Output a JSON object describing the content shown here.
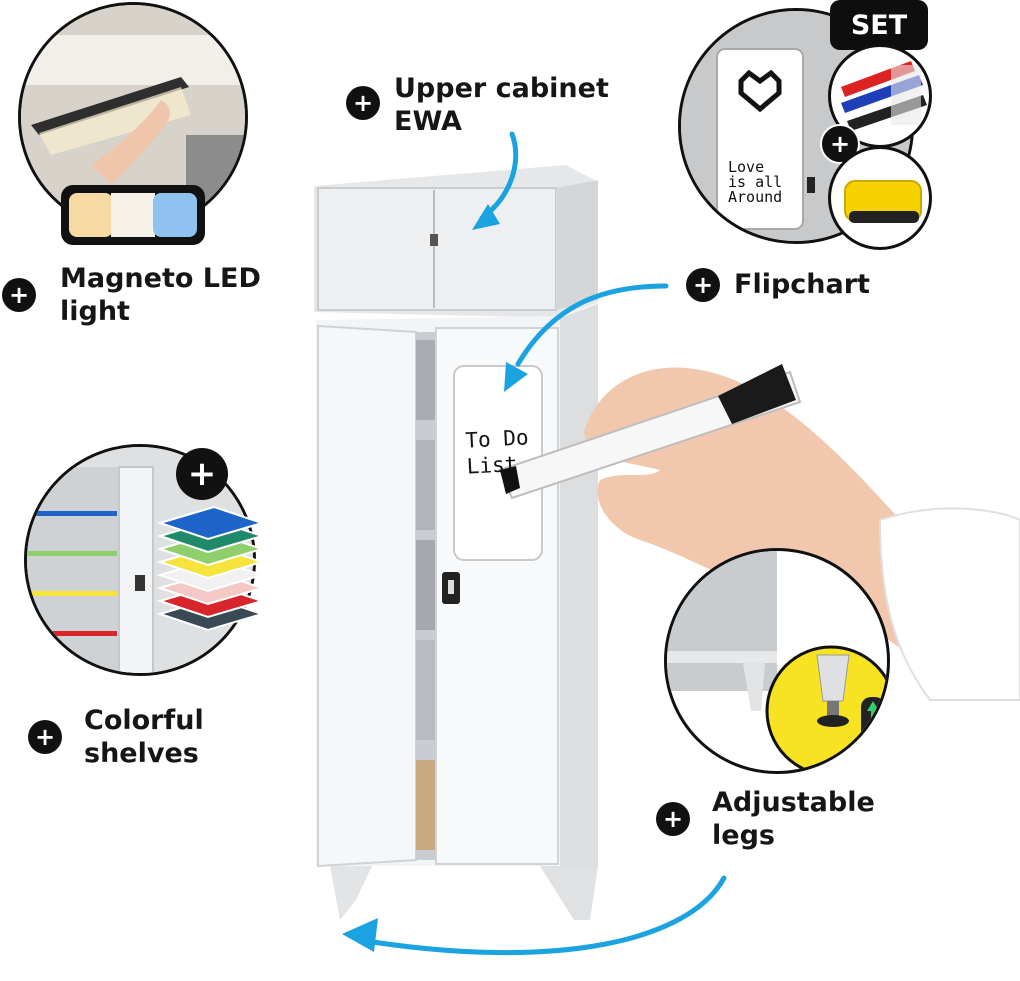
{
  "labels": {
    "upper_cabinet": {
      "line1": "Upper cabinet",
      "line2": "EWA"
    },
    "led_light": {
      "line1": "Magneto LED",
      "line2": "light"
    },
    "flipchart": {
      "line1": "Flipchart"
    },
    "shelves": {
      "line1": "Colorful",
      "line2": "shelves"
    },
    "legs": {
      "line1": "Adjustable",
      "line2": "legs"
    }
  },
  "plus_symbol": "+",
  "set_badge": "SET",
  "whiteboard_text": {
    "line1": "To Do",
    "line2": "List"
  },
  "flipchart_text": {
    "line1": "Love",
    "line2": "is all",
    "line3": "Around"
  },
  "colors": {
    "accent_arrow": "#1aa3e0",
    "dark": "#111111",
    "cabinet_white": "#f4f5f6",
    "cabinet_gray": "#d9dbdd",
    "sponge_yellow": "#f5d200",
    "leg_yellow": "#f7e321"
  },
  "icons": [
    "plus-icon",
    "arrow-icon",
    "heart-icon",
    "adjust-arrows-icon"
  ],
  "shelf_colors": [
    "#3a4a55",
    "#d8252c",
    "#f4c8c4",
    "#f1f1f1",
    "#f6e33b",
    "#8fcf6b",
    "#1f8a6a",
    "#1e64c8"
  ]
}
